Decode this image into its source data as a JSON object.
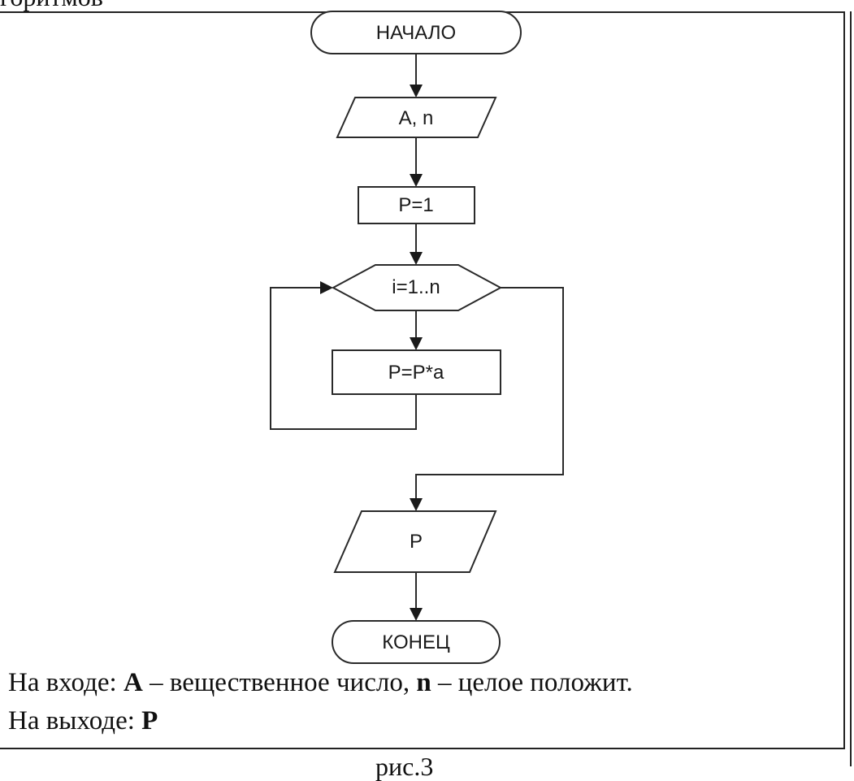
{
  "page": {
    "top_fragment": "горитмов",
    "bottom_fragment": "рис.3"
  },
  "flowchart": {
    "start_label": "НАЧАЛО",
    "input_label": "A, n",
    "init_label": "P=1",
    "loop_label": "i=1..n",
    "body_label": "P=P*a",
    "output_label": "P",
    "end_label": "КОНЕЦ"
  },
  "caption": {
    "line1_prefix": "На входе: ",
    "line1_var1": "A",
    "line1_desc1": " – вещественное число, ",
    "line1_var2": "n",
    "line1_desc2": " – целое положит.",
    "line2_prefix": "На выходе: ",
    "line2_var": "P"
  }
}
